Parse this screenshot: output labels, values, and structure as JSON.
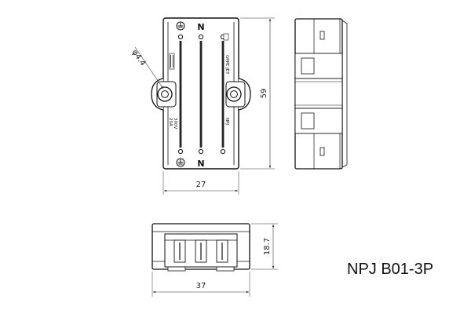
{
  "diagram": {
    "front_view": {
      "terminal_top_label": "N",
      "terminal_bottom_label": "N",
      "hole_diameter_label": "φ4.4",
      "width_label": "27",
      "height_label": "59",
      "rating_label_1": "300V",
      "rating_label_2": "20A",
      "side_text_upper": "GPPE JET",
      "side_text_lower": "NPJ"
    },
    "bottom_view": {
      "width_label": "37",
      "height_label": "18.7"
    },
    "model_number": "NPJ B01-3P"
  }
}
